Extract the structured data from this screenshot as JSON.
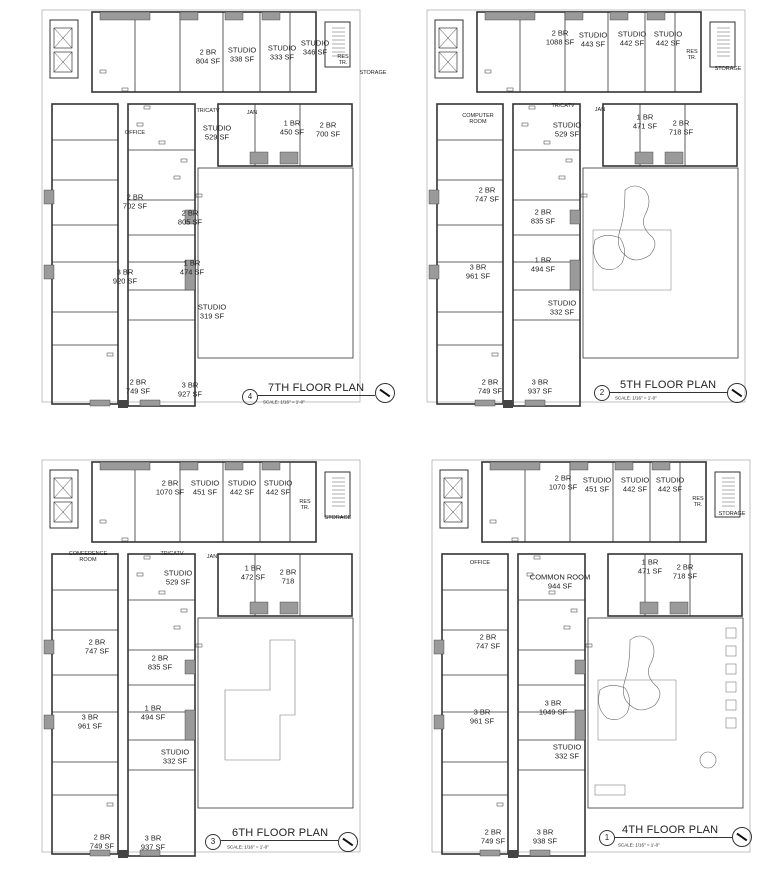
{
  "panels": [
    {
      "number": "4",
      "title": "7TH FLOOR PLAN",
      "scale": "SCALE: 1/16\" = 1'-0\"",
      "rooms": [
        [
          "2 BR",
          "804 SF"
        ],
        [
          "STUDIO",
          "338 SF"
        ],
        [
          "STUDIO",
          "333 SF"
        ],
        [
          "STUDIO",
          "346 SF"
        ],
        [
          "RES",
          "TR."
        ],
        [
          "STORAGE"
        ],
        [
          "TR/CATV"
        ],
        [
          "JAN"
        ],
        [
          "OFFICE"
        ],
        [
          "STUDIO",
          "529 SF"
        ],
        [
          "1 BR",
          "450 SF"
        ],
        [
          "2 BR",
          "700 SF"
        ],
        [
          "2 BR",
          "702 SF"
        ],
        [
          "2 BR",
          "805 SF"
        ],
        [
          "1 BR",
          "474 SF"
        ],
        [
          "3 BR",
          "920 SF"
        ],
        [
          "STUDIO",
          "319 SF"
        ],
        [
          "2 BR",
          "749 SF"
        ],
        [
          "3 BR",
          "927 SF"
        ]
      ]
    },
    {
      "number": "2",
      "title": "5TH FLOOR PLAN",
      "scale": "SCALE: 1/16\" = 1'-0\"",
      "rooms": [
        [
          "2 BR",
          "1088 SF"
        ],
        [
          "STUDIO",
          "443 SF"
        ],
        [
          "STUDIO",
          "442 SF"
        ],
        [
          "STUDIO",
          "442 SF"
        ],
        [
          "RES",
          "TR."
        ],
        [
          "STORAGE"
        ],
        [
          "TR/CATV"
        ],
        [
          "JAN"
        ],
        [
          "COMPUTER",
          "ROOM"
        ],
        [
          "STUDIO",
          "529 SF"
        ],
        [
          "1 BR",
          "471 SF"
        ],
        [
          "2 BR",
          "718 SF"
        ],
        [
          "2 BR",
          "747 SF"
        ],
        [
          "2 BR",
          "835 SF"
        ],
        [
          "1 BR",
          "494 SF"
        ],
        [
          "3 BR",
          "961 SF"
        ],
        [
          "STUDIO",
          "332 SF"
        ],
        [
          "2 BR",
          "749 SF"
        ],
        [
          "3 BR",
          "937 SF"
        ]
      ]
    },
    {
      "number": "3",
      "title": "6TH FLOOR PLAN",
      "scale": "SCALE: 1/16\" = 1'-0\"",
      "rooms": [
        [
          "2 BR",
          "1070 SF"
        ],
        [
          "STUDIO",
          "451 SF"
        ],
        [
          "STUDIO",
          "442 SF"
        ],
        [
          "STUDIO",
          "442 SF"
        ],
        [
          "RES",
          "TR."
        ],
        [
          "STORAGE"
        ],
        [
          "TR/CATV"
        ],
        [
          "JAN"
        ],
        [
          "CONFERENCE",
          "ROOM"
        ],
        [
          "STUDIO",
          "529 SF"
        ],
        [
          "1 BR",
          "472 SF"
        ],
        [
          "2 BR",
          "718"
        ],
        [
          "2 BR",
          "747 SF"
        ],
        [
          "2 BR",
          "835 SF"
        ],
        [
          "1 BR",
          "494 SF"
        ],
        [
          "3 BR",
          "961 SF"
        ],
        [
          "STUDIO",
          "332 SF"
        ],
        [
          "2 BR",
          "749 SF"
        ],
        [
          "3 BR",
          "937 SF"
        ]
      ]
    },
    {
      "number": "1",
      "title": "4TH FLOOR PLAN",
      "scale": "SCALE: 1/16\" = 1'-0\"",
      "rooms": [
        [
          "2 BR",
          "1070 SF"
        ],
        [
          "STUDIO",
          "451 SF"
        ],
        [
          "STUDIO",
          "442 SF"
        ],
        [
          "STUDIO",
          "442 SF"
        ],
        [
          "RES",
          "TR."
        ],
        [
          "STORAGE"
        ],
        [
          "OFFICE"
        ],
        [
          "COMMON ROOM",
          "944 SF"
        ],
        [
          "1 BR",
          "471 SF"
        ],
        [
          "2 BR",
          "718 SF"
        ],
        [
          "2 BR",
          "747 SF"
        ],
        [
          "3 BR",
          "1049 SF"
        ],
        [
          "3 BR",
          "961 SF"
        ],
        [
          "STUDIO",
          "332 SF"
        ],
        [
          "2 BR",
          "749 SF"
        ],
        [
          "3 BR",
          "938 SF"
        ]
      ]
    }
  ],
  "colors": {
    "line": "#333333",
    "hatch": "#9a9a9a"
  }
}
